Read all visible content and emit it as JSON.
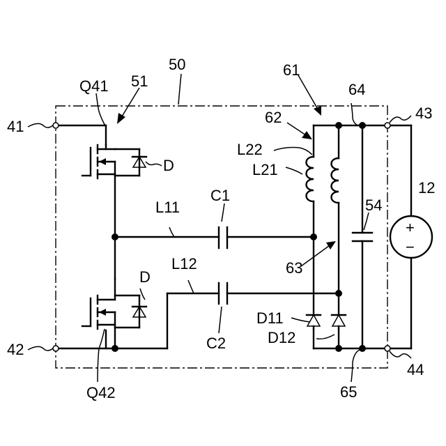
{
  "labels": {
    "block_50": "50",
    "block_51": "51",
    "block_61": "61",
    "block_62": "62",
    "block_63": "63",
    "node_64": "64",
    "node_65": "65",
    "cap_54": "54",
    "source_12": "12",
    "term_41": "41",
    "term_42": "42",
    "term_43": "43",
    "term_44": "44",
    "q41": "Q41",
    "q42": "Q42",
    "diode_upper": "D",
    "diode_lower": "D",
    "l11": "L11",
    "l12": "L12",
    "c1": "C1",
    "c2": "C2",
    "l21": "L21",
    "l22": "L22",
    "d11": "D11",
    "d12": "D12",
    "plus": "+",
    "minus": "−"
  }
}
